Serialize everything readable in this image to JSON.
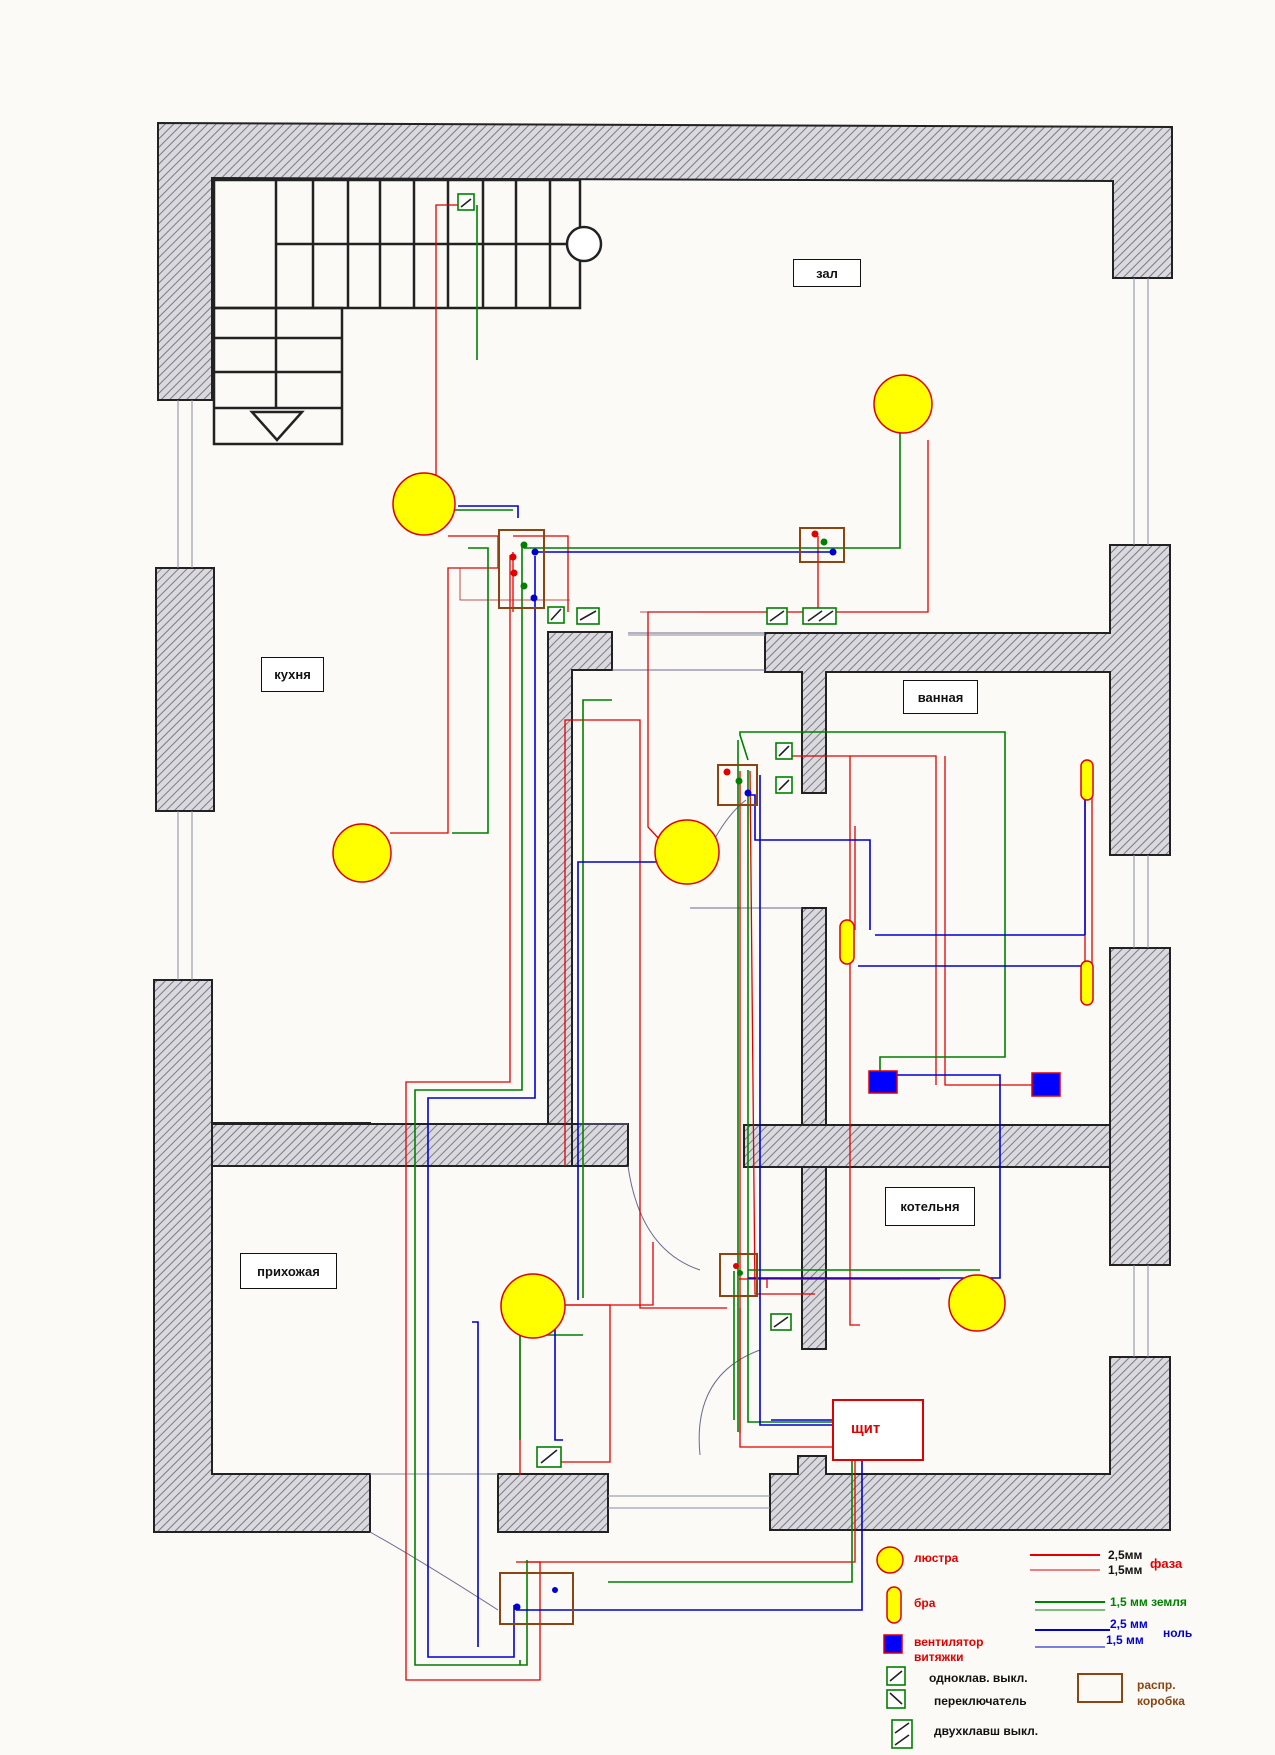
{
  "rooms": {
    "zal": "зал",
    "kukhnya": "кухня",
    "vannaya": "ванная",
    "kotelnaya": "котельня",
    "prikhozhaya": "прихожая"
  },
  "panel": "щит",
  "legend": {
    "chandelier": "люстра",
    "sconce": "бра",
    "fan_line1": "вентилятор",
    "fan_line2": "витяжки",
    "single_switch": "одноклав. выкл.",
    "toggle_switch": "переключатель",
    "double_switch": "двухклавш выкл.",
    "junction_box_line1": "распр.",
    "junction_box_line2": "коробка",
    "wire_25": "2,5мм",
    "wire_15": "1,5мм",
    "phase": "фаза",
    "ground": "1,5 мм земля",
    "neutral_25": "2,5 мм",
    "neutral_15": "1,5 мм",
    "neutral": "ноль"
  },
  "colors": {
    "phase": "#e00000",
    "ground": "#008000",
    "neutral": "#0000d0",
    "box": "#8b4513",
    "lamp": "#ffff00",
    "fan": "#0000ff"
  }
}
